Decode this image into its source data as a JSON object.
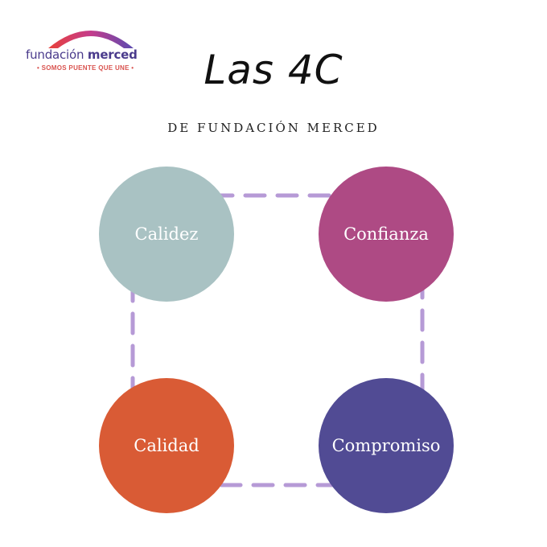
{
  "logo": {
    "word_light": "fundación",
    "word_bold": "merced",
    "tagline": "• SOMOS PUENTE QUE UNE •"
  },
  "title": "Las 4C",
  "subtitle": "DE FUNDACIÓN MERCED",
  "nodes": [
    {
      "label": "Calidez",
      "color": "#a9c2c3"
    },
    {
      "label": "Confianza",
      "color": "#ae4a84"
    },
    {
      "label": "Calidad",
      "color": "#d95b35"
    },
    {
      "label": "Compromiso",
      "color": "#514b94"
    }
  ],
  "colors": {
    "ring": "#b69ad6",
    "logo_text": "#4a3b8c",
    "tagline": "#d9534f"
  }
}
